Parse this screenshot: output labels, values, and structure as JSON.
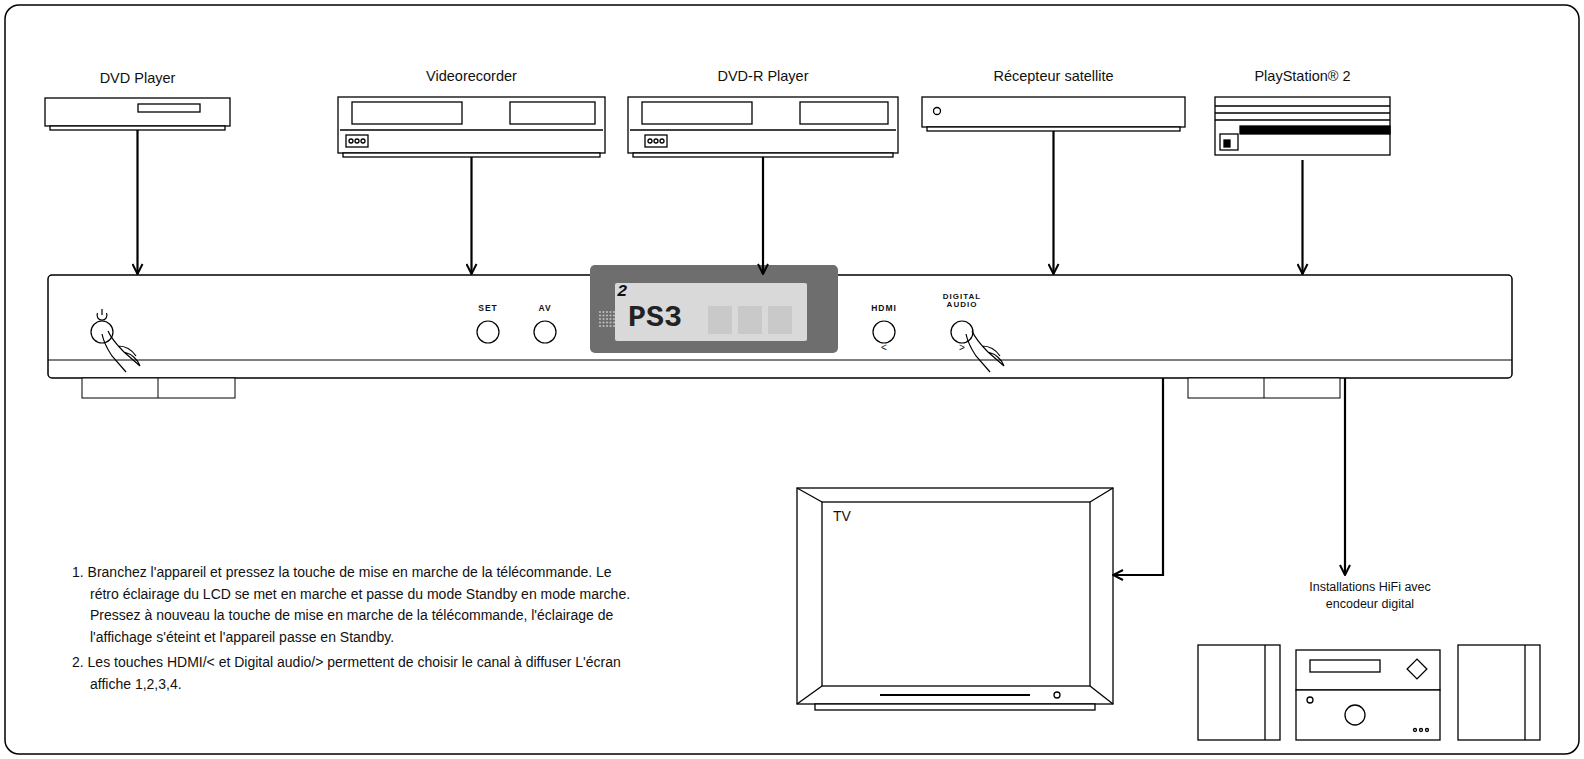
{
  "diagram": {
    "nodes": [
      {
        "text": [
          "DVD Player"
        ]
      },
      {
        "text": [
          "Videorecorder"
        ]
      },
      {
        "text": [
          "DVD-R Player"
        ]
      },
      {
        "text": [
          "Récepteur satellite"
        ]
      },
      {
        "text": [
          "PlayStation® 2"
        ]
      },
      {
        "text": [
          "SET",
          "AV",
          "2",
          "PS3",
          "HDMI",
          "<",
          "DIGITAL AUDIO",
          ">"
        ]
      },
      {
        "text": [
          "TV"
        ]
      },
      {
        "text": [
          "Installations HiFi avec encodeur digital"
        ]
      }
    ],
    "edges": [
      {
        "from": 0,
        "to": 5,
        "arrow": "to"
      },
      {
        "from": 1,
        "to": 5,
        "arrow": "to"
      },
      {
        "from": 2,
        "to": 5,
        "arrow": "to"
      },
      {
        "from": 3,
        "to": 5,
        "arrow": "to"
      },
      {
        "from": 4,
        "to": 5,
        "arrow": "to"
      },
      {
        "from": 5,
        "to": 6,
        "arrow": "to"
      },
      {
        "from": 5,
        "to": 7,
        "arrow": "to"
      }
    ],
    "labels": [
      "1. Branchez l'appareil et pressez la touche de mise en marche de la télécommande. Le rétro éclairage du LCD se met en marche et passe du mode Standby en mode marche. Pressez à nouveau la touche de mise en marche de la télécommande, l'éclairage de l'affichage s'éteint et l'appareil passe en Standby.",
      "2. Les touches HDMI/< et Digital audio/> permettent de choisir le canal à diffuser L'écran affiche 1,2,3,4."
    ]
  }
}
